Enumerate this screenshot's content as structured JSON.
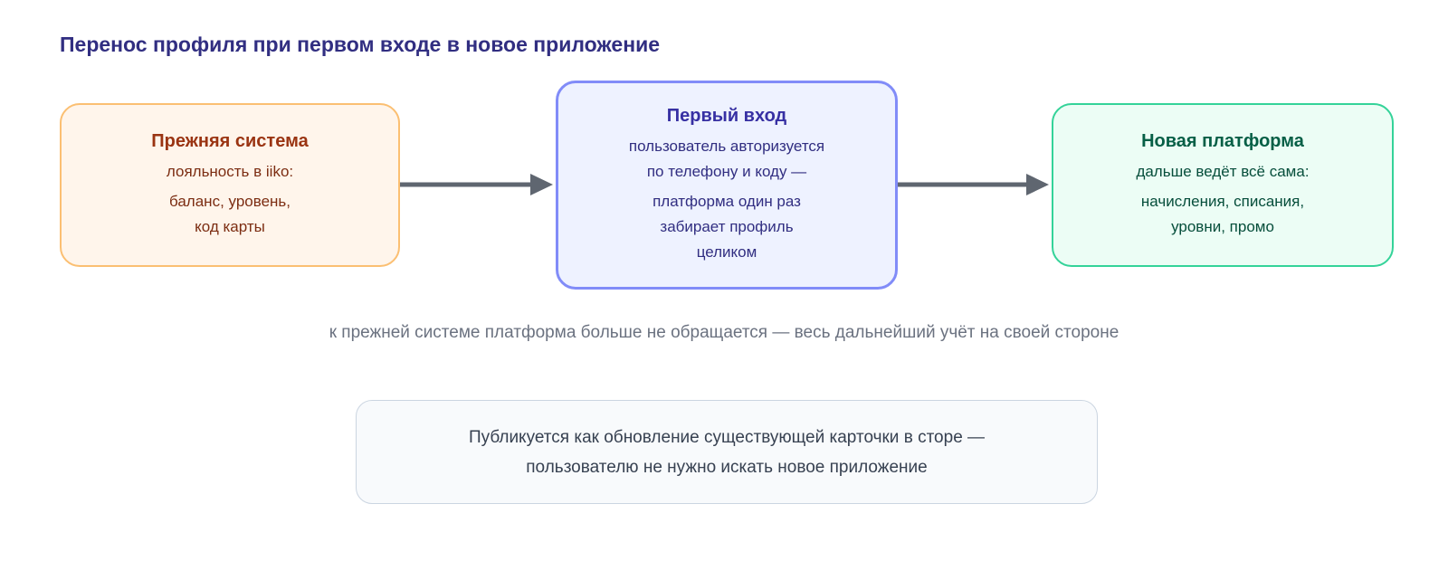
{
  "title": "Перенос профиля при первом входе в новое приложение",
  "boxes": {
    "old_system": {
      "title": "Прежняя система",
      "line1": "лояльность в iiko:",
      "line2": "баланс, уровень,",
      "line3": "код карты"
    },
    "first_login": {
      "title": "Первый вход",
      "line1": "пользователь авторизуется",
      "line2": "по телефону и коду —",
      "line3": "платформа один раз",
      "line4": "забирает профиль",
      "line5": "целиком"
    },
    "new_platform": {
      "title": "Новая платформа",
      "line1": "дальше ведёт всё сама:",
      "line2": "начисления, списания,",
      "line3": "уровни, промо"
    }
  },
  "caption": "к прежней системе платформа больше не обращается — весь дальнейший учёт на своей стороне",
  "note": {
    "line1": "Публикуется как обновление существующей карточки в сторе —",
    "line2": "пользователю не нужно искать новое приложение"
  },
  "colors": {
    "title": "#312e81",
    "arrow": "#5f6670",
    "old_border": "#fbbf72",
    "first_border": "#818cf8",
    "new_border": "#34d399"
  }
}
